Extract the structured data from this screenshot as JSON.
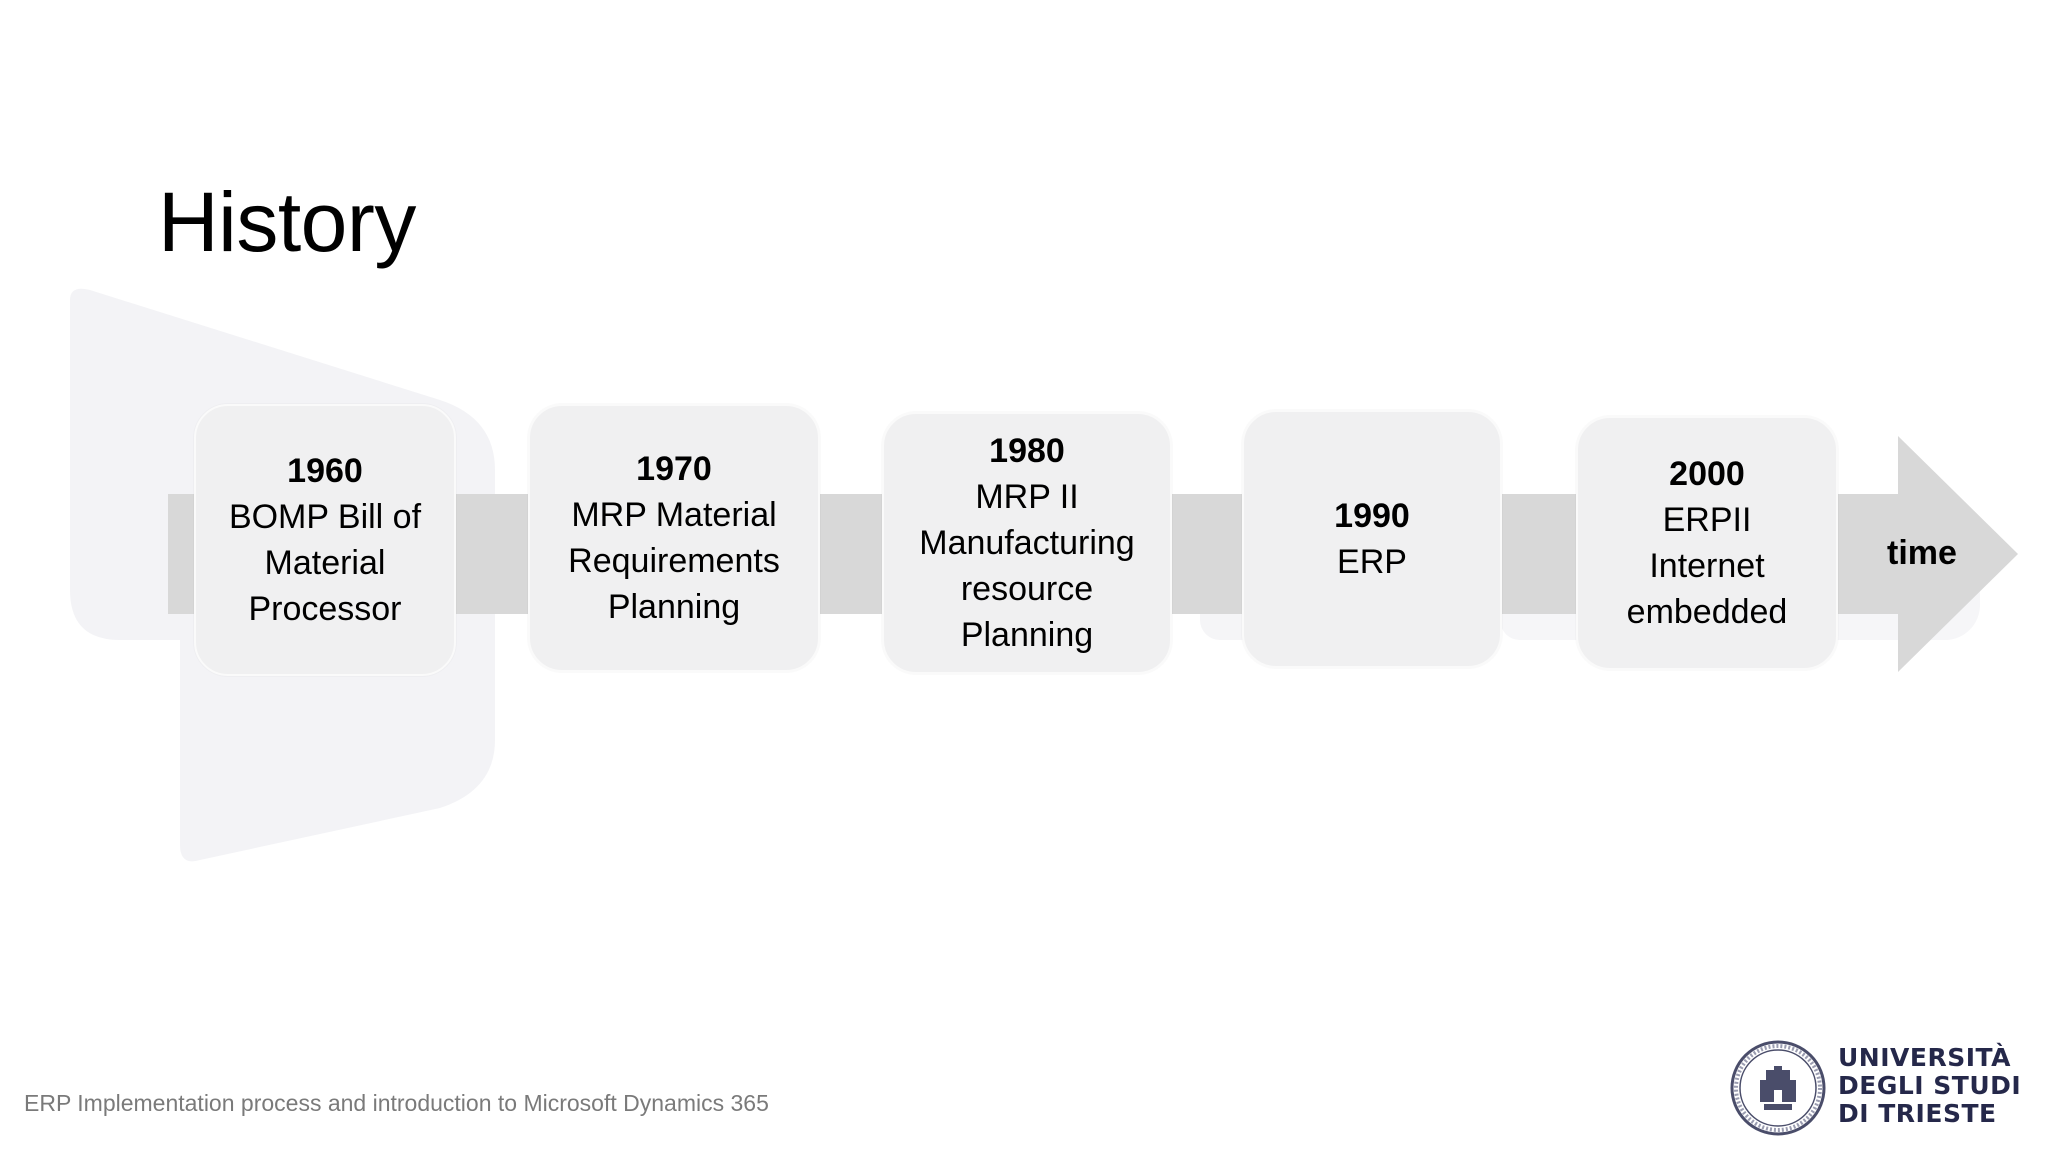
{
  "slide": {
    "title": "History"
  },
  "timeline": {
    "milestones": [
      {
        "year": "1960",
        "description": "BOMP Bill of\nMaterial\nProcessor"
      },
      {
        "year": "1970",
        "description": "MRP Material\nRequirements\nPlanning"
      },
      {
        "year": "1980",
        "description": "MRP II\nManufacturing\nresource\nPlanning"
      },
      {
        "year": "1990",
        "description": "ERP"
      },
      {
        "year": "2000",
        "description": "ERPII\nInternet\nembedded"
      }
    ],
    "arrow_label": "time"
  },
  "footer": {
    "text": "ERP Implementation process and introduction to Microsoft Dynamics 365"
  },
  "logo": {
    "text": "UNIVERSITÀ\nDEGLI STUDI\nDI TRIESTE"
  },
  "colors": {
    "band": "#d8d8d8",
    "box": "#f0f0f1",
    "logo_text": "#25284a",
    "footer_text": "#7a7a7a"
  }
}
